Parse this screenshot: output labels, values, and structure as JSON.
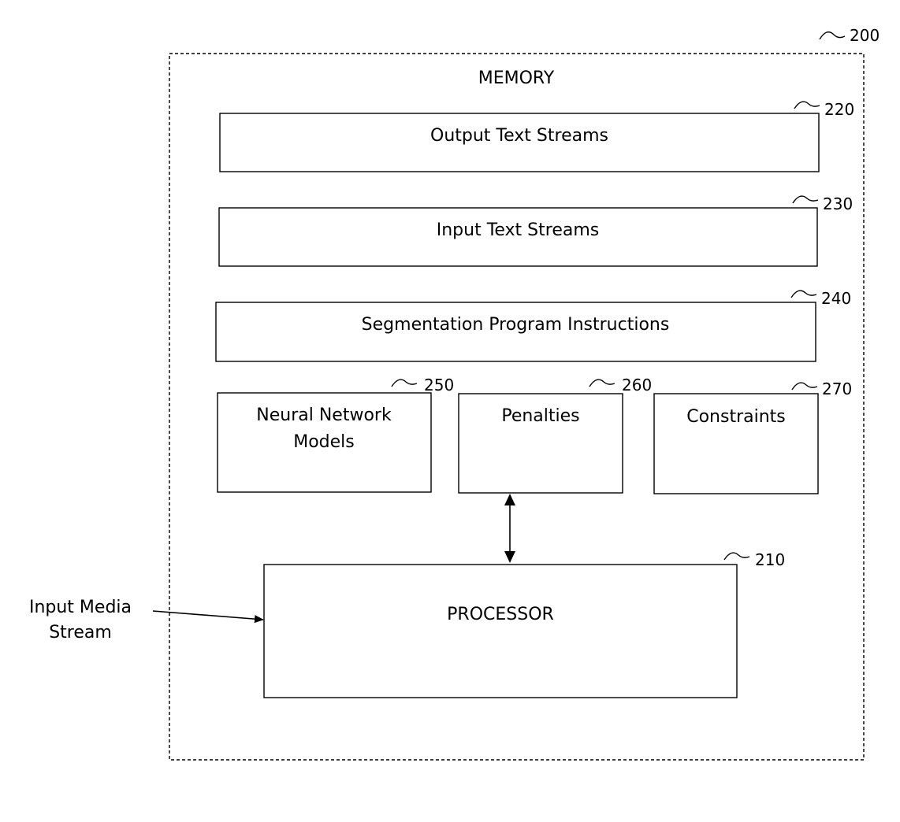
{
  "memory": {
    "ref": "200",
    "title": "MEMORY"
  },
  "blocks": {
    "output_text_streams": {
      "label": "Output Text Streams",
      "ref": "220"
    },
    "input_text_streams": {
      "label": "Input Text Streams",
      "ref": "230"
    },
    "segmentation_program_instructions": {
      "label": "Segmentation Program Instructions",
      "ref": "240"
    },
    "neural_network_models": {
      "label_line1": "Neural Network",
      "label_line2": "Models",
      "ref": "250"
    },
    "penalties": {
      "label": "Penalties",
      "ref": "260"
    },
    "constraints": {
      "label": "Constraints",
      "ref": "270"
    },
    "processor": {
      "label": "PROCESSOR",
      "ref": "210"
    }
  },
  "input": {
    "label_line1": "Input Media",
    "label_line2": "Stream"
  }
}
